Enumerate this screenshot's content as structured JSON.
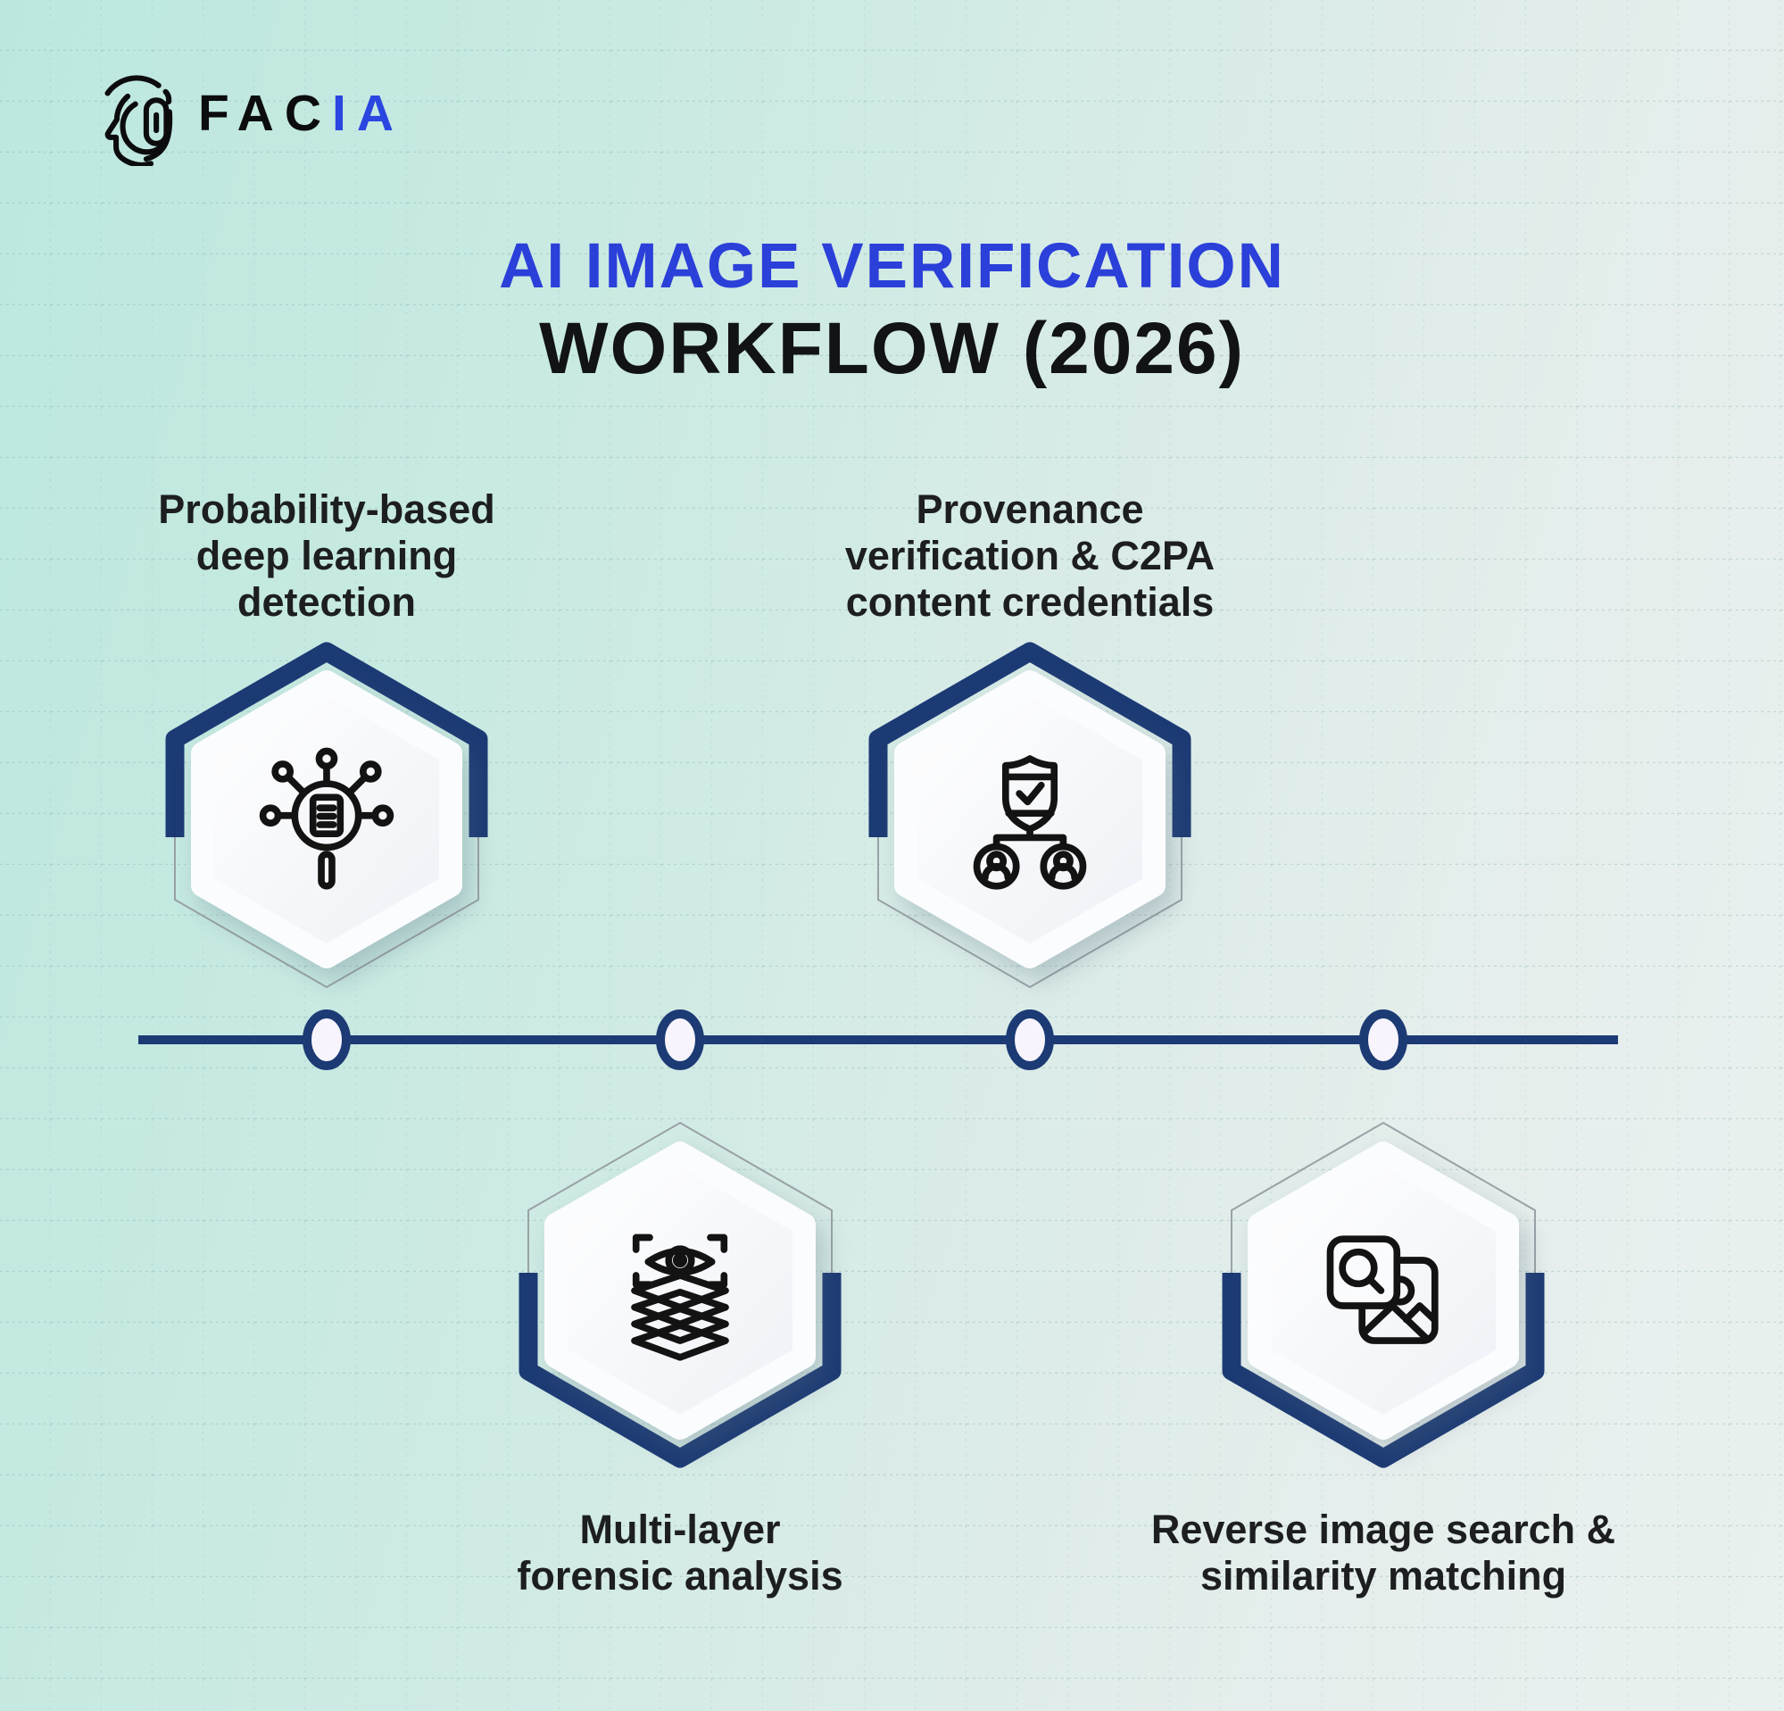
{
  "brand": {
    "mark_icon": "head-fingerprint-icon",
    "name_black": "FAC",
    "name_blue": "IA"
  },
  "title": {
    "line1": "AI IMAGE VERIFICATION",
    "line2": "WORKFLOW (2026)"
  },
  "steps": [
    {
      "id": 1,
      "position": "above-timeline",
      "icon": "probability-network-magnifier-icon",
      "lines": [
        "Probability-based",
        "deep learning",
        "detection"
      ]
    },
    {
      "id": 2,
      "position": "above-timeline",
      "icon": "provenance-shield-users-icon",
      "lines": [
        "Provenance",
        "verification & C2PA",
        "content credentials"
      ]
    },
    {
      "id": 3,
      "position": "below-timeline",
      "icon": "forensic-layers-eye-icon",
      "lines": [
        "Multi-layer",
        "forensic analysis"
      ]
    },
    {
      "id": 4,
      "position": "below-timeline",
      "icon": "reverse-image-search-icon",
      "lines": [
        "Reverse image search &",
        "similarity matching"
      ]
    }
  ],
  "timeline": {
    "node_count": 4,
    "style": "horizontal line with hollow circular nodes"
  },
  "colors": {
    "accent_navy": "#1c3a74",
    "title_blue": "#2b3fd9",
    "brand_blue": "#2b46e0",
    "text_dark": "#1d1e20",
    "background_mint": "#bce7df",
    "background_pale": "#e9f1ef",
    "hexagon_fill": "#ffffff",
    "node_fill": "#f7f4fd"
  }
}
